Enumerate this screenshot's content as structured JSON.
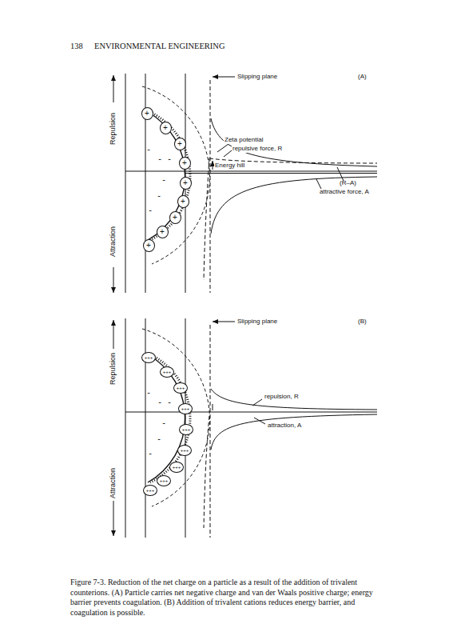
{
  "diagram": {
    "caption": "Figure 7-3. Reduction of the net charge on a particle as a result of the addition of trivalent counterions. (A) Particle carries net negative charge and van der Waals positive charge; energy barrier prevents coagulation. (B) Addition of trivalent cations reduces energy barrier, and coagulation is possible.",
    "nodes": [
      {
        "text": [
          "+"
        ]
      },
      {
        "text": [
          "+"
        ]
      },
      {
        "text": [
          "+"
        ]
      },
      {
        "text": [
          "+"
        ]
      },
      {
        "text": [
          "+"
        ]
      },
      {
        "text": [
          "+"
        ]
      },
      {
        "text": [
          "+"
        ]
      },
      {
        "text": [
          "+"
        ]
      },
      {
        "text": [
          "+"
        ]
      },
      {
        "text": [
          "+++"
        ]
      },
      {
        "text": [
          "+++"
        ]
      },
      {
        "text": [
          "+++"
        ]
      },
      {
        "text": [
          "+++"
        ]
      },
      {
        "text": [
          "+++"
        ]
      },
      {
        "text": [
          "+++"
        ]
      },
      {
        "text": [
          "+++"
        ]
      },
      {
        "text": [
          "+++"
        ]
      },
      {
        "text": [
          "+++"
        ]
      }
    ],
    "labels": [
      "138",
      "ENVIRONMENTAL ENGINEERING",
      "Slipping plane",
      "(A)",
      "Repulsion",
      "Attraction",
      "Zeta potential",
      "repulsive force, R",
      "Energy hill",
      "(R–A)",
      "attractive force, A",
      "-",
      "-",
      "-",
      "-",
      "-",
      "-",
      "Slipping plane",
      "(B)",
      "Repulsion",
      "Attraction",
      "repulsion, R",
      "attraction, A",
      "-",
      "-",
      "-",
      "-",
      "-",
      "-"
    ]
  }
}
